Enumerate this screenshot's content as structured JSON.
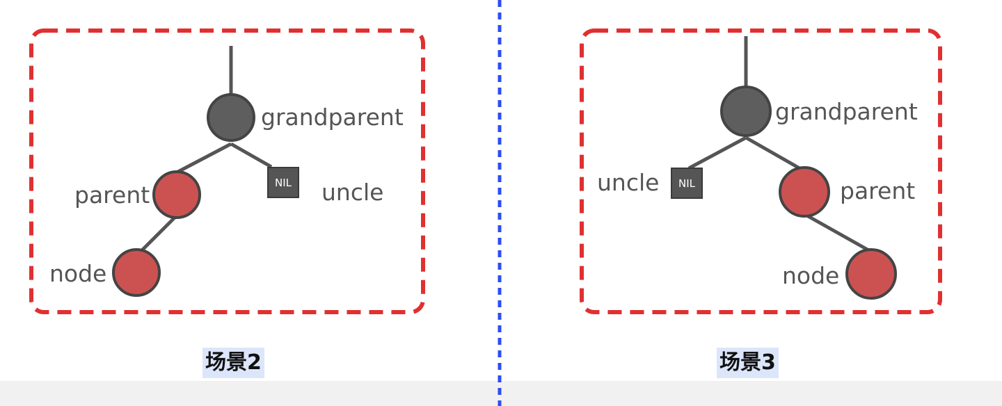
{
  "scenes": [
    {
      "caption": "场景2",
      "labels": {
        "grandparent": "grandparent",
        "parent": "parent",
        "node": "node",
        "uncle": "uncle",
        "nil": "NIL"
      }
    },
    {
      "caption": "场景3",
      "labels": {
        "grandparent": "grandparent",
        "parent": "parent",
        "node": "node",
        "uncle": "uncle",
        "nil": "NIL"
      }
    }
  ],
  "colors": {
    "frame": "#e03030",
    "divider": "#2d4ef0",
    "black_node": "#5e5e5e",
    "red_node": "#cc5252",
    "edge": "#555555",
    "caption_bg": "#dce6fb"
  }
}
